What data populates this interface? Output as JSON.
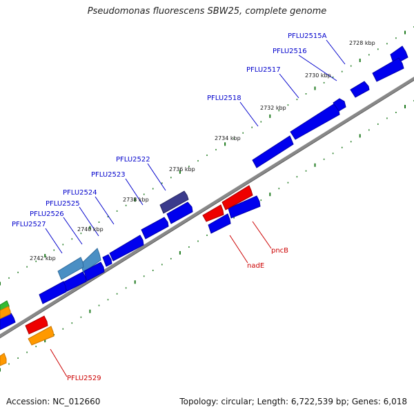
{
  "title": "Pseudomonas fluorescens SBW25, complete genome",
  "accession_text": "Accession: NC_012660",
  "summary_text": "Topology: circular; Length: 6,722,539 bp; Genes: 6,018",
  "colors": {
    "forward_gene": "#0000ee",
    "hypothetical_gene": "#4a8fc4",
    "dark_gene": "#3b3b8c",
    "reverse_gene": "#ee0000",
    "orange_gene": "#ff9900",
    "green_gene": "#33bb33",
    "label_blue": "#0000cc",
    "label_red": "#cc0000",
    "backbone": "#888888",
    "tick_green": "#1e7a1e"
  },
  "scale_labels": [
    "2728 kbp",
    "2730 kbp",
    "2732 kbp",
    "2734 kbp",
    "2736 kbp",
    "2738 kbp",
    "2740 kbp",
    "2742 kbp"
  ],
  "gene_labels_forward": [
    "PFLU2515A",
    "PFLU2516",
    "PFLU2517",
    "PFLU2518",
    "PFLU2522",
    "PFLU2523",
    "PFLU2524",
    "PFLU2525",
    "PFLU2526",
    "PFLU2527"
  ],
  "gene_labels_reverse": [
    "pncB",
    "nadE",
    "PFLU2529"
  ]
}
